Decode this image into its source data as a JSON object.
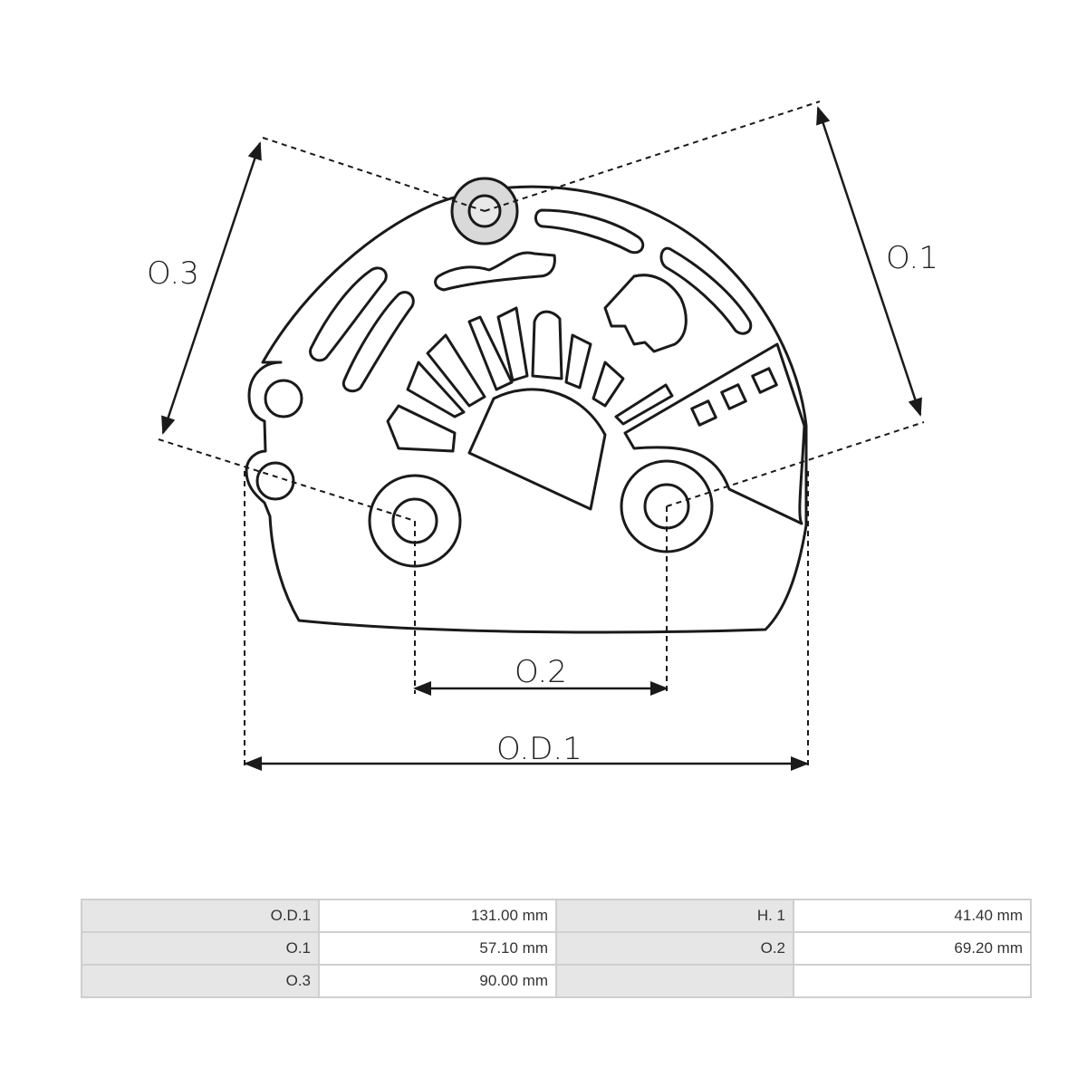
{
  "diagram": {
    "labels": {
      "od1": "O.D.1",
      "o1": "O.1",
      "o2": "O.2",
      "o3": "O.3"
    }
  },
  "spec_table": {
    "rows": [
      [
        {
          "label": "O.D.1",
          "value": "131.00 mm"
        },
        {
          "label": "H. 1",
          "value": "41.40 mm"
        }
      ],
      [
        {
          "label": "O.1",
          "value": "57.10 mm"
        },
        {
          "label": "O.2",
          "value": "69.20 mm"
        }
      ],
      [
        {
          "label": "O.3",
          "value": "90.00 mm"
        },
        {
          "label": "",
          "value": ""
        }
      ]
    ]
  }
}
